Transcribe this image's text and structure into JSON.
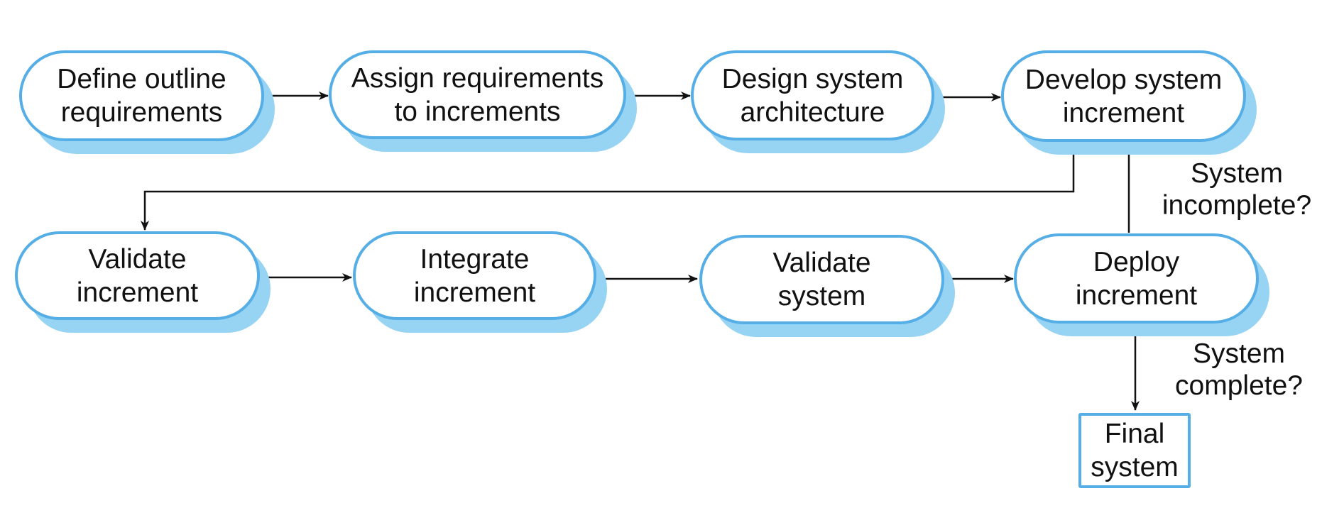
{
  "diagram": {
    "nodes": {
      "define": "Define outline\nrequirements",
      "assign": "Assign requirements\nto increments",
      "design": "Design system\narchitecture",
      "develop": "Develop system\nincrement",
      "validate_inc": "Validate\nincrement",
      "integrate": "Integrate\nincrement",
      "validate_sys": "Validate\nsystem",
      "deploy": "Deploy\nincrement",
      "final": "Final\nsystem"
    },
    "conditions": {
      "incomplete": "System\nincomplete?",
      "complete": "System\ncomplete?"
    },
    "colors": {
      "border": "#56aee6",
      "shadow": "#97d3f3",
      "arrow": "#111111"
    }
  }
}
